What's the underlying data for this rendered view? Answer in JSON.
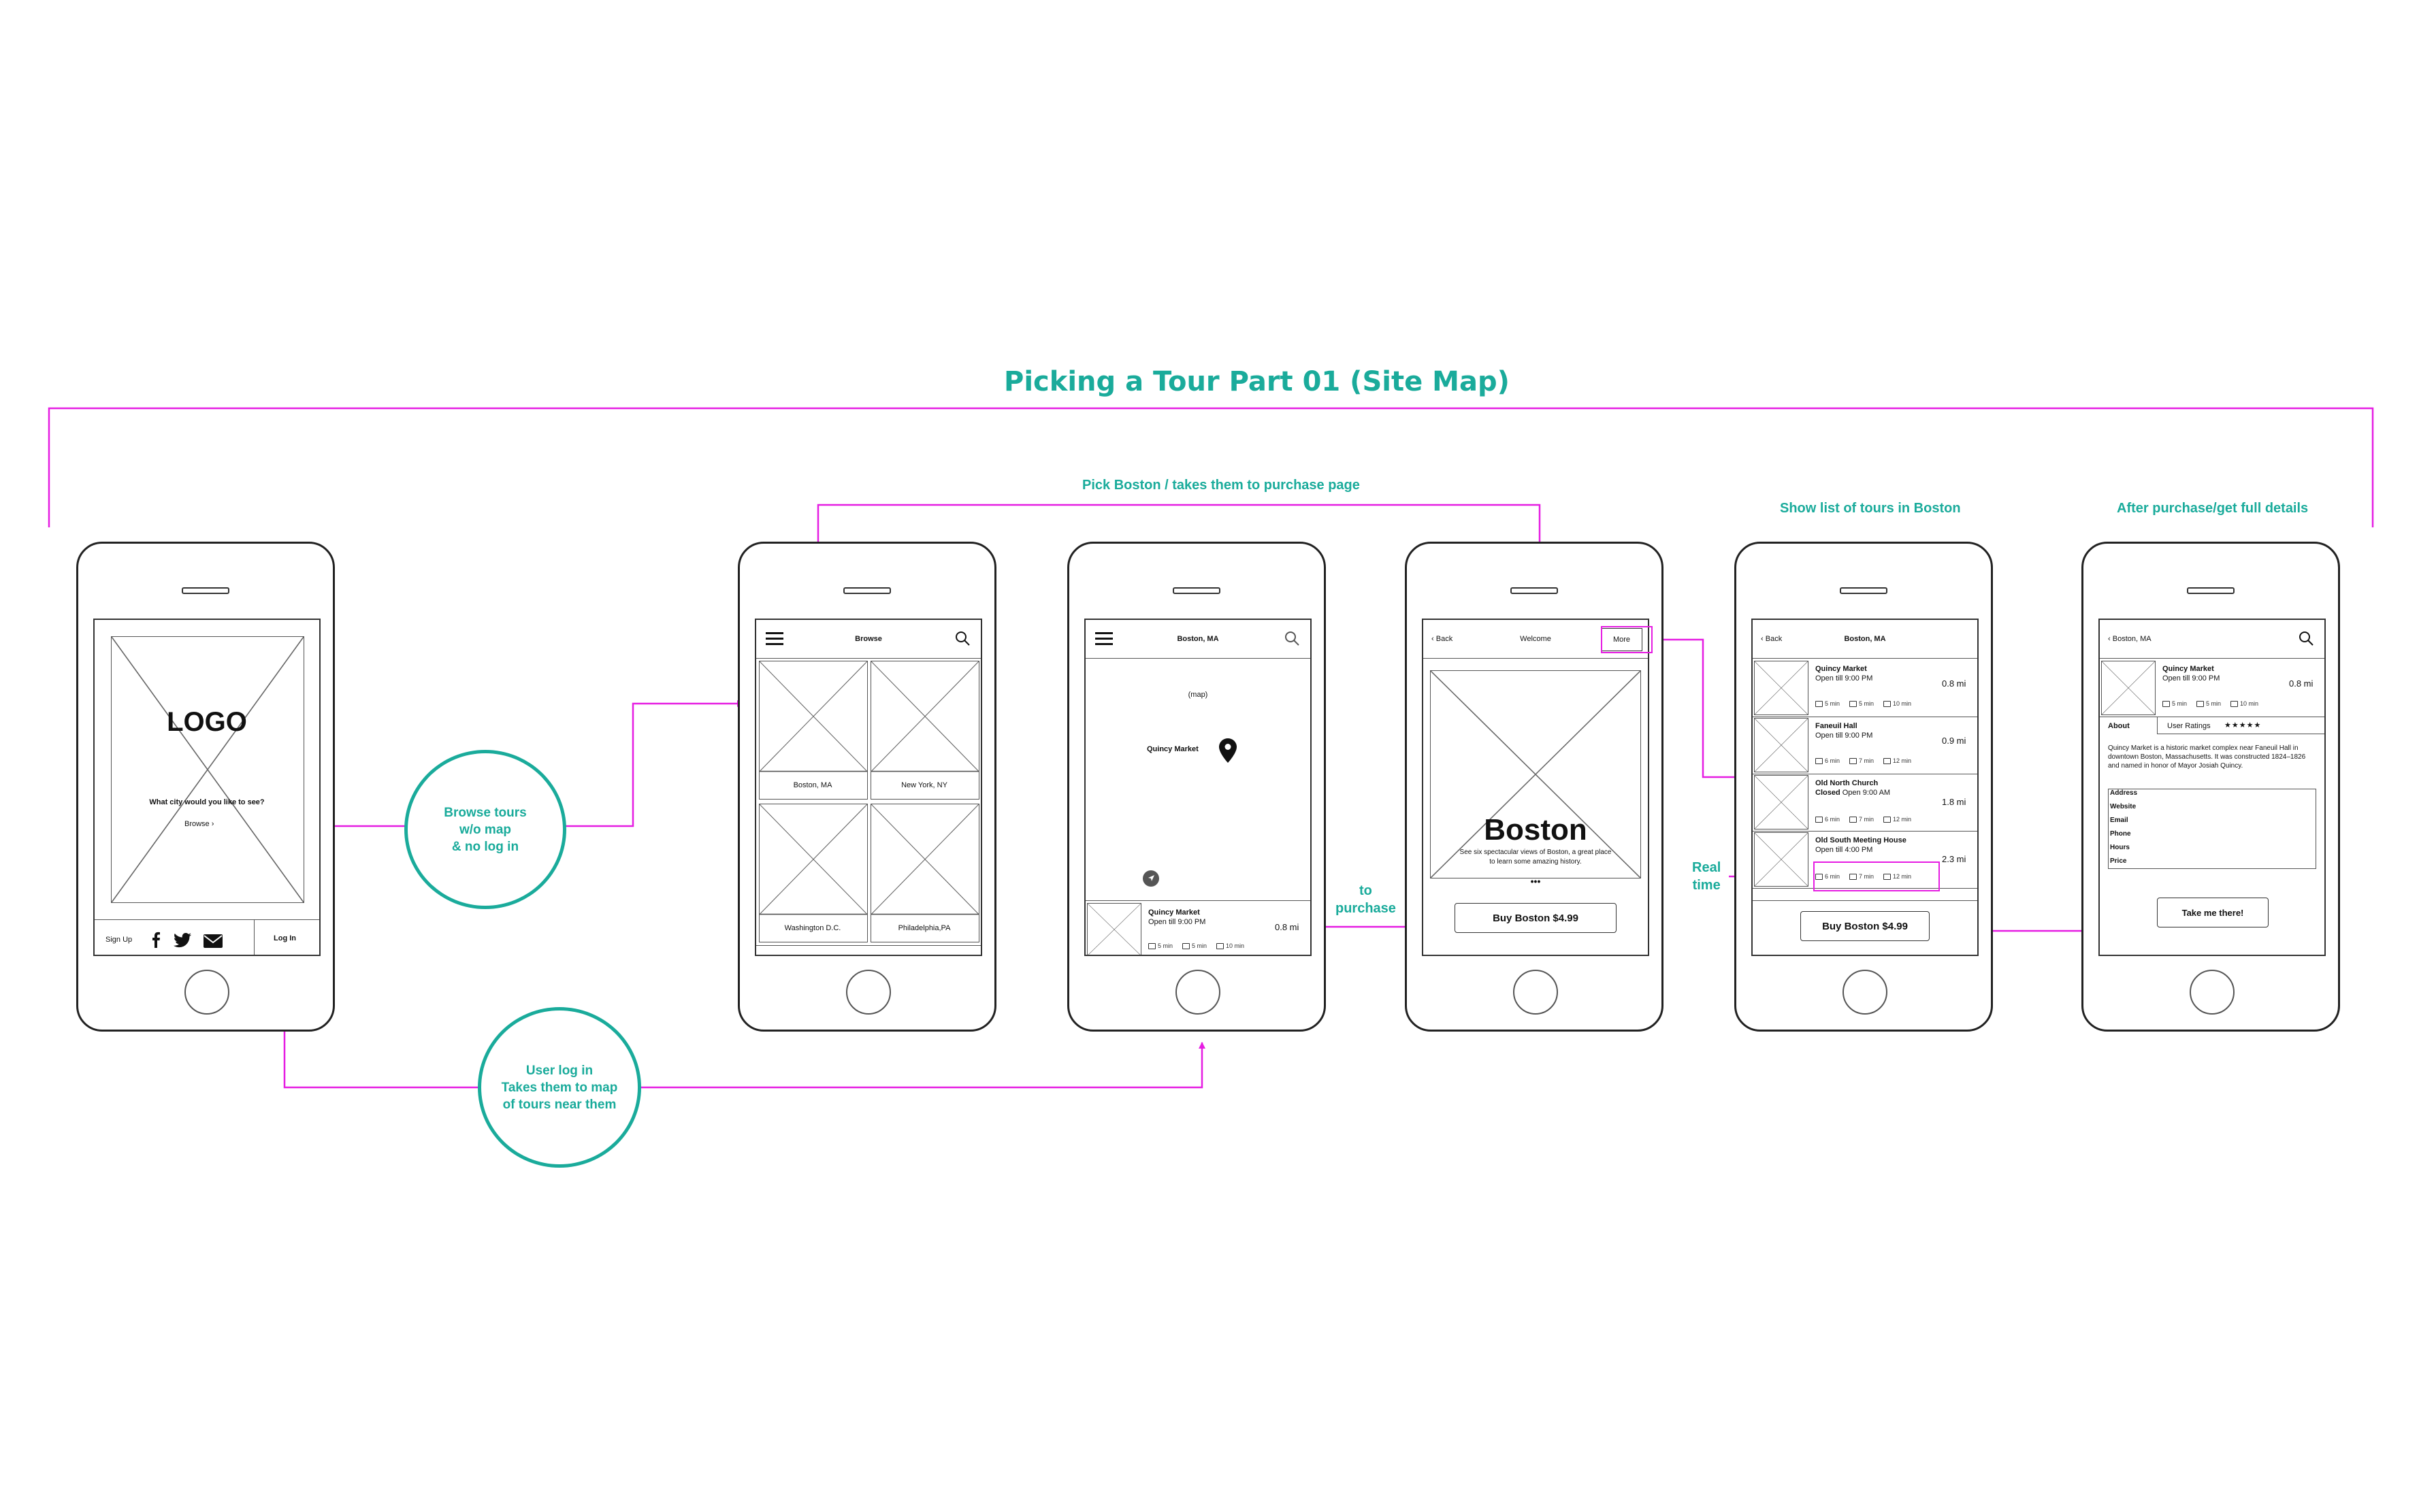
{
  "title": "Picking a Tour  Part 01   (Site Map)",
  "notes": {
    "pick_boston": "Pick Boston /  takes them to purchase page",
    "show_list": "Show list of tours in Boston",
    "after_purchase": "After purchase/get full details",
    "to_purchase": "to\npurchase",
    "real_time": "Real\ntime"
  },
  "bubbles": {
    "browse": "Browse tours\nw/o map\n& no log in",
    "login": "User log in\nTakes them to map\nof tours near them"
  },
  "colors": {
    "accent": "#1aab9b",
    "connector": "#e61de2",
    "wire": "#333333"
  },
  "screen1": {
    "logo": "LOGO",
    "question": "What city would you like to see?",
    "browse": "Browse",
    "signup": "Sign Up",
    "login": "Log In",
    "icons": [
      "facebook-icon",
      "twitter-icon",
      "mail-icon"
    ]
  },
  "screen2": {
    "header": "Browse",
    "cities": [
      "Boston, MA",
      "New York, NY",
      "Washington D.C.",
      "Philadelphia,PA"
    ]
  },
  "screen3": {
    "header": "Boston, MA",
    "map_label": "(map)",
    "pin_label": "Quincy Market",
    "item": {
      "name": "Quincy Market",
      "hours": "Open till 9:00 PM",
      "distance": "0.8 mi",
      "times": [
        "5 min",
        "5 min",
        "10 min"
      ]
    }
  },
  "screen4": {
    "back": "Back",
    "header": "Welcome",
    "more": "More",
    "city": "Boston",
    "desc1": "See six spectacular views of Boston, a great place",
    "desc2": "to learn some amazing history.",
    "dots": "•••",
    "buy": "Buy Boston $4.99"
  },
  "screen5": {
    "back": "Back",
    "header": "Boston, MA",
    "tours": [
      {
        "name": "Quincy Market",
        "status": "",
        "hours": "Open till 9:00 PM",
        "distance": "0.8 mi",
        "times": [
          "5 min",
          "5 min",
          "10 min"
        ]
      },
      {
        "name": "Faneuil Hall",
        "status": "",
        "hours": "Open till 9:00 PM",
        "distance": "0.9 mi",
        "times": [
          "6 min",
          "7 min",
          "12 min"
        ]
      },
      {
        "name": "Old North Church",
        "status": "Closed",
        "hours": "Open 9:00 AM",
        "distance": "1.8 mi",
        "times": [
          "6 min",
          "7 min",
          "12 min"
        ]
      },
      {
        "name": "Old South Meeting House",
        "status": "",
        "hours": "Open till 4:00 PM",
        "distance": "2.3 mi",
        "times": [
          "6 min",
          "7 min",
          "12 min"
        ]
      }
    ],
    "buy": "Buy Boston $4.99"
  },
  "screen6": {
    "header": "Boston, MA",
    "item": {
      "name": "Quincy Market",
      "hours": "Open till 9:00 PM",
      "distance": "0.8 mi",
      "times": [
        "5 min",
        "5 min",
        "10 min"
      ]
    },
    "about": "About",
    "ratings": "User Ratings",
    "stars": "★★★★★",
    "description": "Quincy Market is a historic market complex near Faneuil Hall in downtown Boston, Massachusetts. It was constructed 1824–1826 and named in honor of Mayor Josiah Quincy.",
    "fields": [
      "Address",
      "Website",
      "Email",
      "Phone",
      "Hours",
      "Price"
    ],
    "cta": "Take me there!"
  }
}
